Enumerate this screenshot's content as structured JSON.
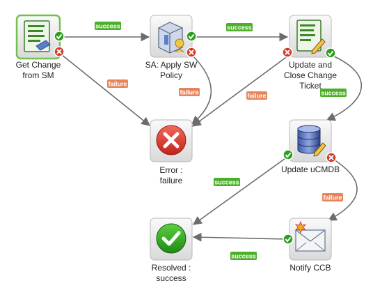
{
  "colors": {
    "success_label": "#4caf2a",
    "failure_label": "#e8845c",
    "edge": "#6c6c6c",
    "selected_border": "#73c04f",
    "ok_badge": "#2e9d1f",
    "error_badge": "#d23b2b"
  },
  "nodes": {
    "get_change": {
      "label": "Get Change\nfrom SM",
      "icon": "document-icon"
    },
    "apply_sw": {
      "label": "SA: Apply SW\nPolicy",
      "icon": "software-package-icon"
    },
    "update_close": {
      "label": "Update and\nClose Change\nTicket",
      "icon": "edit-document-icon"
    },
    "error": {
      "label": "Error :\nfailure",
      "icon": "error-x-icon"
    },
    "update_ucmdb": {
      "label": "Update uCMDB",
      "icon": "database-icon"
    },
    "resolved": {
      "label": "Resolved :\nsuccess",
      "icon": "checkmark-icon"
    },
    "notify_ccb": {
      "label": "Notify CCB",
      "icon": "envelope-icon"
    }
  },
  "edges": {
    "e1": "success",
    "e2": "success",
    "e3": "failure",
    "e4": "failure",
    "e5": "failure",
    "e6": "success",
    "e7": "success",
    "e8": "failure",
    "e9": "success"
  }
}
